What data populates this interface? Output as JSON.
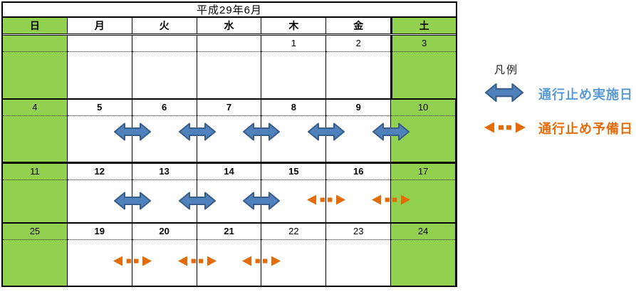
{
  "calendar": {
    "title": "平成29年6月",
    "weekday_header": [
      "日",
      "月",
      "火",
      "水",
      "木",
      "金",
      "土"
    ],
    "weeks": [
      {
        "days": [
          "",
          "",
          "",
          "",
          "1",
          "2",
          "3"
        ]
      },
      {
        "days": [
          "4",
          "5",
          "6",
          "7",
          "8",
          "9",
          "10"
        ]
      },
      {
        "days": [
          "11",
          "12",
          "13",
          "14",
          "15",
          "16",
          "17"
        ]
      },
      {
        "days": [
          "25",
          "19",
          "20",
          "21",
          "22",
          "23",
          "24"
        ]
      }
    ],
    "bold_dates": [
      5,
      6,
      7,
      8,
      9,
      12,
      13,
      14,
      15,
      16,
      19,
      20,
      21
    ],
    "weekend_color": "#92D050"
  },
  "closures": {
    "implementation_spans": [
      "5-6",
      "6-7",
      "7-8",
      "8-9",
      "9-10",
      "12-13",
      "13-14",
      "14-15"
    ],
    "reserve_spans": [
      "15-16",
      "16-17",
      "19-20",
      "20-21",
      "21-22"
    ],
    "implementation_color": "#4F81BD",
    "implementation_border": "#385D8A",
    "reserve_color": "#E36C09"
  },
  "legend": {
    "heading": "凡例",
    "items": [
      {
        "symbol": "blue-double-arrow",
        "label": "通行止め実施日",
        "text_color": "#5B9BD5"
      },
      {
        "symbol": "orange-dashed-arrow",
        "label": "通行止め予備日",
        "text_color": "#E36C09"
      }
    ]
  }
}
